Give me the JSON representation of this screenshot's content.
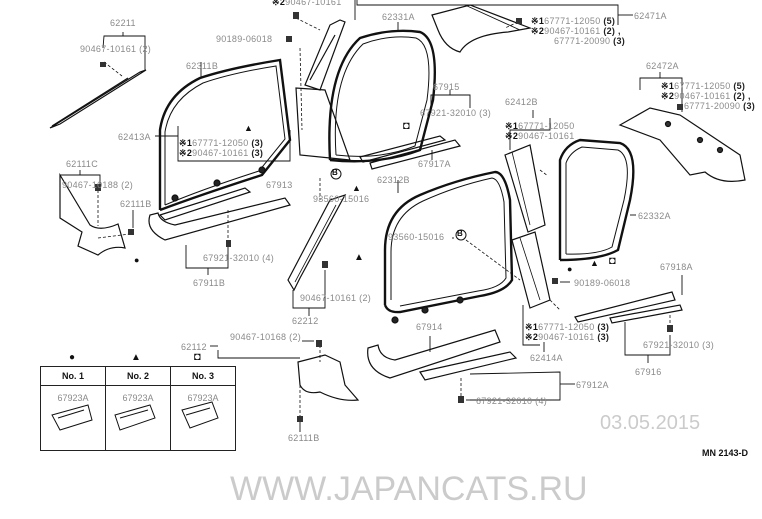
{
  "diagram": {
    "code": "MN 2143-D",
    "watermarks": [
      "WWW.JAPANCATS.RU",
      "03.05.2015"
    ],
    "labels": {
      "p62211": "62211",
      "p90467_10161_2_a": "90467-10161",
      "p90467_10161_2_a_qty": "(2)",
      "p90189_06018_a": "90189-06018",
      "p62311B": "62311B",
      "p62413A": "62413A",
      "p62413A_n1_mark": "※1",
      "p62413A_n1": "67771-12050",
      "p62413A_n1_qty": "(3)",
      "p62413A_n2_mark": "※2",
      "p62413A_n2": "90467-10161",
      "p62413A_n2_qty": "(3)",
      "top_n2_mark": "※2",
      "top_n2": "90467-10161",
      "p62331A": "62331A",
      "p62471A": "62471A",
      "p62471A_n1_mark": "※1",
      "p62471A_n1": "67771-12050",
      "p62471A_n1_qty": "(5)",
      "p62471A_n2_mark": "※2",
      "p62471A_n2": "90467-10161",
      "p62471A_n2_qty": "(2) ,",
      "p62471A_n3": "67771-20090",
      "p62471A_n3_qty": "(3)",
      "p62472A": "62472A",
      "p62472A_n1_mark": "※1",
      "p62472A_n1": "67771-12050",
      "p62472A_n1_qty": "(5)",
      "p62472A_n2_mark": "※2",
      "p62472A_n2": "90467-10161",
      "p62472A_n2_qty": "(2) ,",
      "p62472A_n3": "67771-20090",
      "p62472A_n3_qty": "(3)",
      "p67915": "67915",
      "p67921_32010_3_a": "67921-32010 (3)",
      "p62412B": "62412B",
      "p62412B_n1_mark": "※1",
      "p62412B_n1": "67771-12050",
      "p62412B_n2_mark": "※2",
      "p62412B_n2": "90467-10161",
      "p67917A": "67917A",
      "p62111C": "62111C",
      "p90467_10188_2_a": "90467-10188 (2)",
      "p62111B_a": "62111B",
      "p67913": "67913",
      "p93560_15016_a": "93560-15016",
      "p62312B": "62312B",
      "p93560_15016_b": "93560-15016",
      "p62332A": "62332A",
      "p67921_32010_4_a": "67921-32010 (4)",
      "p67911B": "67911B",
      "p90467_10161_2_b": "90467-10161 (2)",
      "p62212": "62212",
      "p90189_06018_b": "90189-06018",
      "p67918A": "67918A",
      "p62414A_n1_mark": "※1",
      "p62414A_n1": "67771-12050",
      "p62414A_n1_qty": "(3)",
      "p62414A_n2_mark": "※2",
      "p62414A_n2": "90467-10161",
      "p62414A_n2_qty": "(3)",
      "p62414A": "62414A",
      "p67921_32010_3_b": "67921-32010 (3)",
      "p67916": "67916",
      "p62112": "62112",
      "p90467_10168_2": "90467-10168 (2)",
      "p67914": "67914",
      "p67912A": "67912A",
      "p67921_32010_4_b": "67921-32010 (4)",
      "p62111B_b": "62111B"
    },
    "legend": {
      "columns": [
        {
          "symbol": "●",
          "symbol_icon": "filled-circle-icon",
          "header": "No. 1",
          "part": "67923A"
        },
        {
          "symbol": "▲",
          "symbol_icon": "triangle-icon",
          "header": "No. 2",
          "part": "67923A"
        },
        {
          "symbol": "◘",
          "symbol_icon": "square-diamond-icon",
          "header": "No. 3",
          "part": "67923A"
        }
      ]
    },
    "callout_letter": "B"
  }
}
